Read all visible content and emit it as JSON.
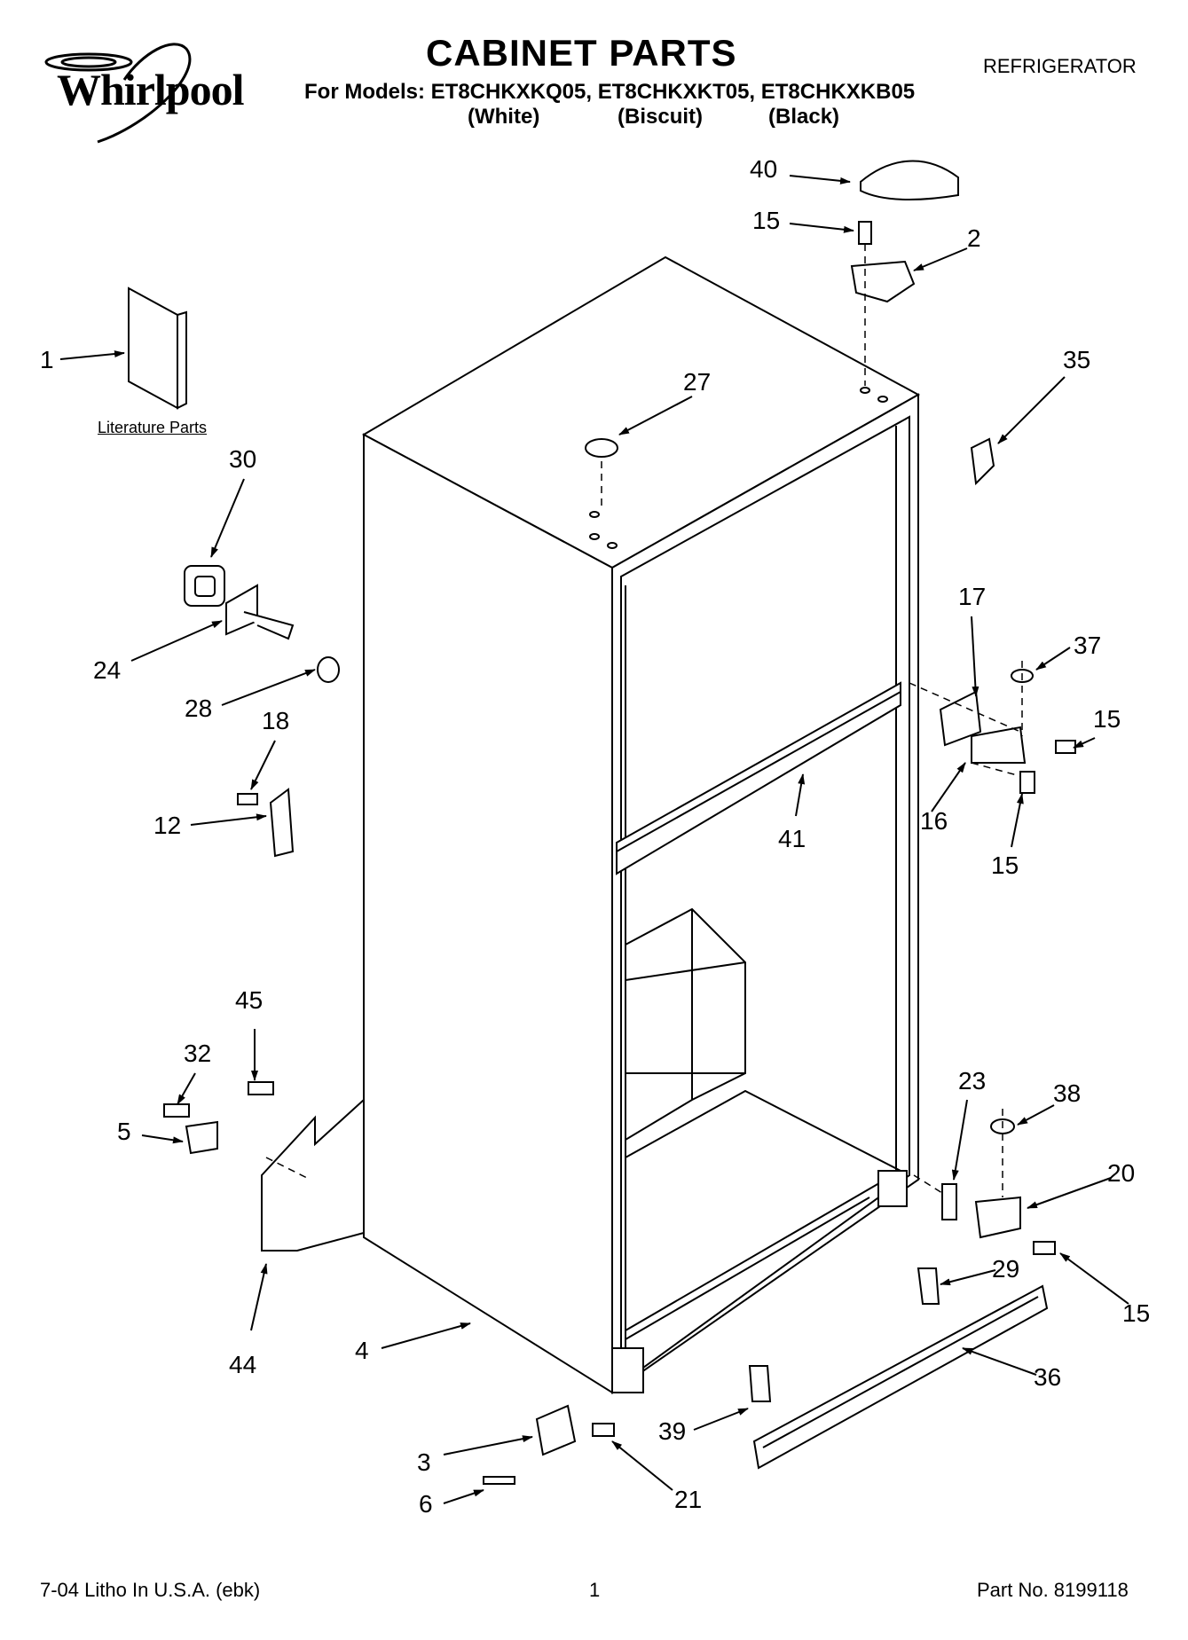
{
  "header": {
    "brand": "Whirlpool",
    "title": "CABINET PARTS",
    "models_line": "For Models: ET8CHKXKQ05, ET8CHKXKT05, ET8CHKXKB05",
    "colors": [
      "(White)",
      "(Biscuit)",
      "(Black)"
    ],
    "category": "REFRIGERATOR"
  },
  "literature_label": "Literature Parts",
  "callouts": [
    {
      "num": "40",
      "part": "top-hinge-cover"
    },
    {
      "num": "15",
      "part": "screw"
    },
    {
      "num": "2",
      "part": "top-hinge"
    },
    {
      "num": "1",
      "part": "literature"
    },
    {
      "num": "35",
      "part": "cover"
    },
    {
      "num": "27",
      "part": "plug"
    },
    {
      "num": "30",
      "part": "grommet"
    },
    {
      "num": "24",
      "part": "handle-bracket"
    },
    {
      "num": "28",
      "part": "washer"
    },
    {
      "num": "18",
      "part": "screw"
    },
    {
      "num": "12",
      "part": "clip"
    },
    {
      "num": "17",
      "part": "shim"
    },
    {
      "num": "37",
      "part": "washer"
    },
    {
      "num": "15",
      "part": "screw"
    },
    {
      "num": "16",
      "part": "center-hinge"
    },
    {
      "num": "15",
      "part": "screw"
    },
    {
      "num": "41",
      "part": "mullion"
    },
    {
      "num": "45",
      "part": "screw"
    },
    {
      "num": "32",
      "part": "screw"
    },
    {
      "num": "5",
      "part": "clamp"
    },
    {
      "num": "44",
      "part": "panel"
    },
    {
      "num": "23",
      "part": "shim"
    },
    {
      "num": "38",
      "part": "washer"
    },
    {
      "num": "20",
      "part": "bottom-hinge"
    },
    {
      "num": "29",
      "part": "clip"
    },
    {
      "num": "15",
      "part": "screw"
    },
    {
      "num": "36",
      "part": "toe-grille"
    },
    {
      "num": "4",
      "part": "cabinet"
    },
    {
      "num": "39",
      "part": "clip"
    },
    {
      "num": "3",
      "part": "roller"
    },
    {
      "num": "21",
      "part": "screw"
    },
    {
      "num": "6",
      "part": "pin"
    }
  ],
  "footer": {
    "left": "7-04 Litho In U.S.A. (ebk)",
    "page": "1",
    "part_no": "Part No. 8199118"
  }
}
